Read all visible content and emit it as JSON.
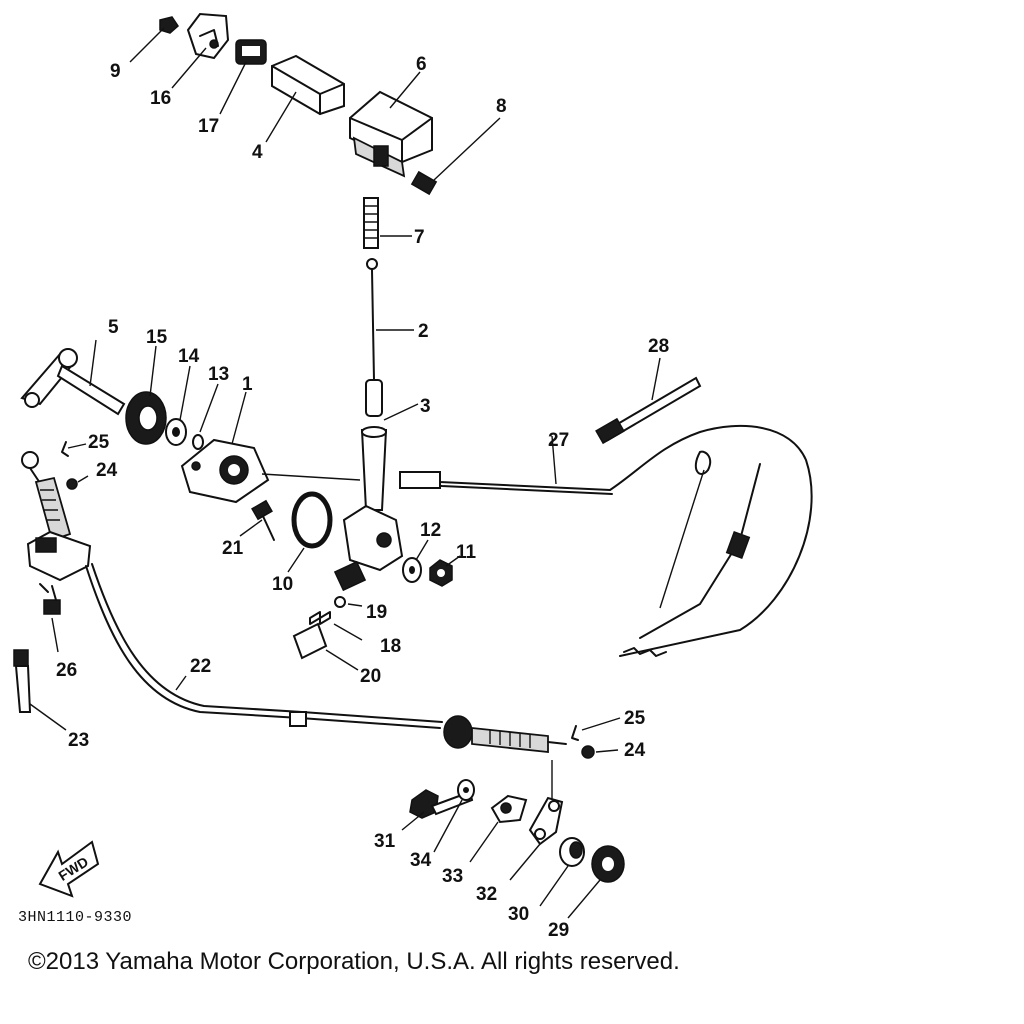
{
  "parts": [
    "1",
    "2",
    "3",
    "4",
    "5",
    "6",
    "7",
    "8",
    "9",
    "10",
    "11",
    "12",
    "13",
    "14",
    "15",
    "16",
    "17",
    "18",
    "19",
    "20",
    "21",
    "22",
    "23",
    "24",
    "25",
    "26",
    "27",
    "28",
    "29",
    "30",
    "31",
    "32",
    "33",
    "34"
  ],
  "labels": {
    "p1": "1",
    "p2": "2",
    "p3": "3",
    "p4": "4",
    "p5": "5",
    "p6": "6",
    "p7": "7",
    "p8": "8",
    "p9": "9",
    "p10": "10",
    "p11": "11",
    "p12": "12",
    "p13": "13",
    "p14": "14",
    "p15": "15",
    "p16": "16",
    "p17": "17",
    "p18": "18",
    "p19": "19",
    "p20": "20",
    "p21": "21",
    "p22": "22",
    "p23": "23",
    "p24a": "24",
    "p24b": "24",
    "p25a": "25",
    "p25b": "25",
    "p26": "26",
    "p27": "27",
    "p28": "28",
    "p29": "29",
    "p30": "30",
    "p31": "31",
    "p32": "32",
    "p33": "33",
    "p34": "34"
  },
  "diagram_code": "3HN1110-9330",
  "fwd_label": "FWD",
  "copyright": "©2013 Yamaha Motor Corporation, U.S.A. All rights reserved."
}
